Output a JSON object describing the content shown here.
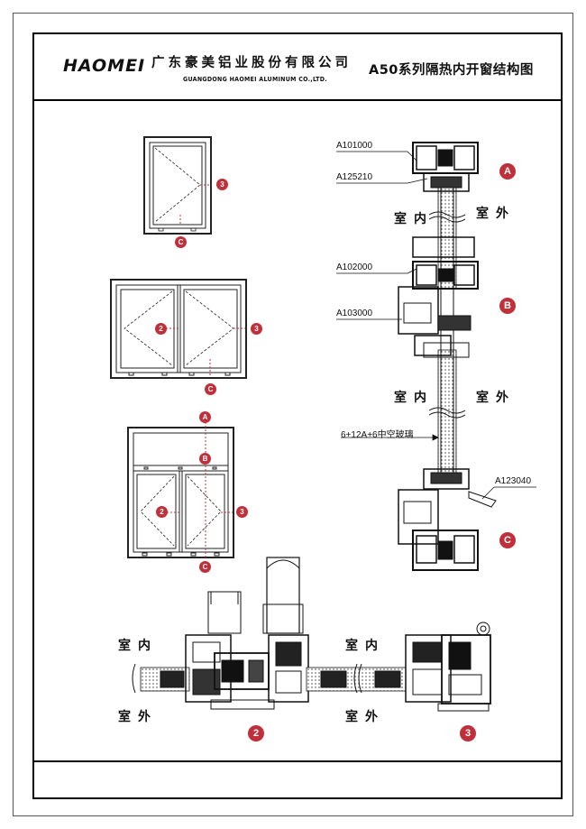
{
  "header": {
    "logo_text": "HAOMEI",
    "company_cn": "广东豪美铝业股份有限公司",
    "company_en": "GUANGDONG HAOMEI ALUMINUM CO.,LTD.",
    "title": "A50系列隔热内开窗结构图"
  },
  "profiles": {
    "a101000": "A101000",
    "a125210": "A125210",
    "a102000": "A102000",
    "a103000": "A103000",
    "glass": "6+12A+6中空玻璃",
    "a123040": "A123040"
  },
  "room": {
    "indoor": "室内",
    "outdoor": "室外"
  },
  "markers": {
    "A": "A",
    "B": "B",
    "C": "C",
    "n2": "2",
    "n3": "3"
  },
  "colors": {
    "badge": "#c0303a"
  }
}
